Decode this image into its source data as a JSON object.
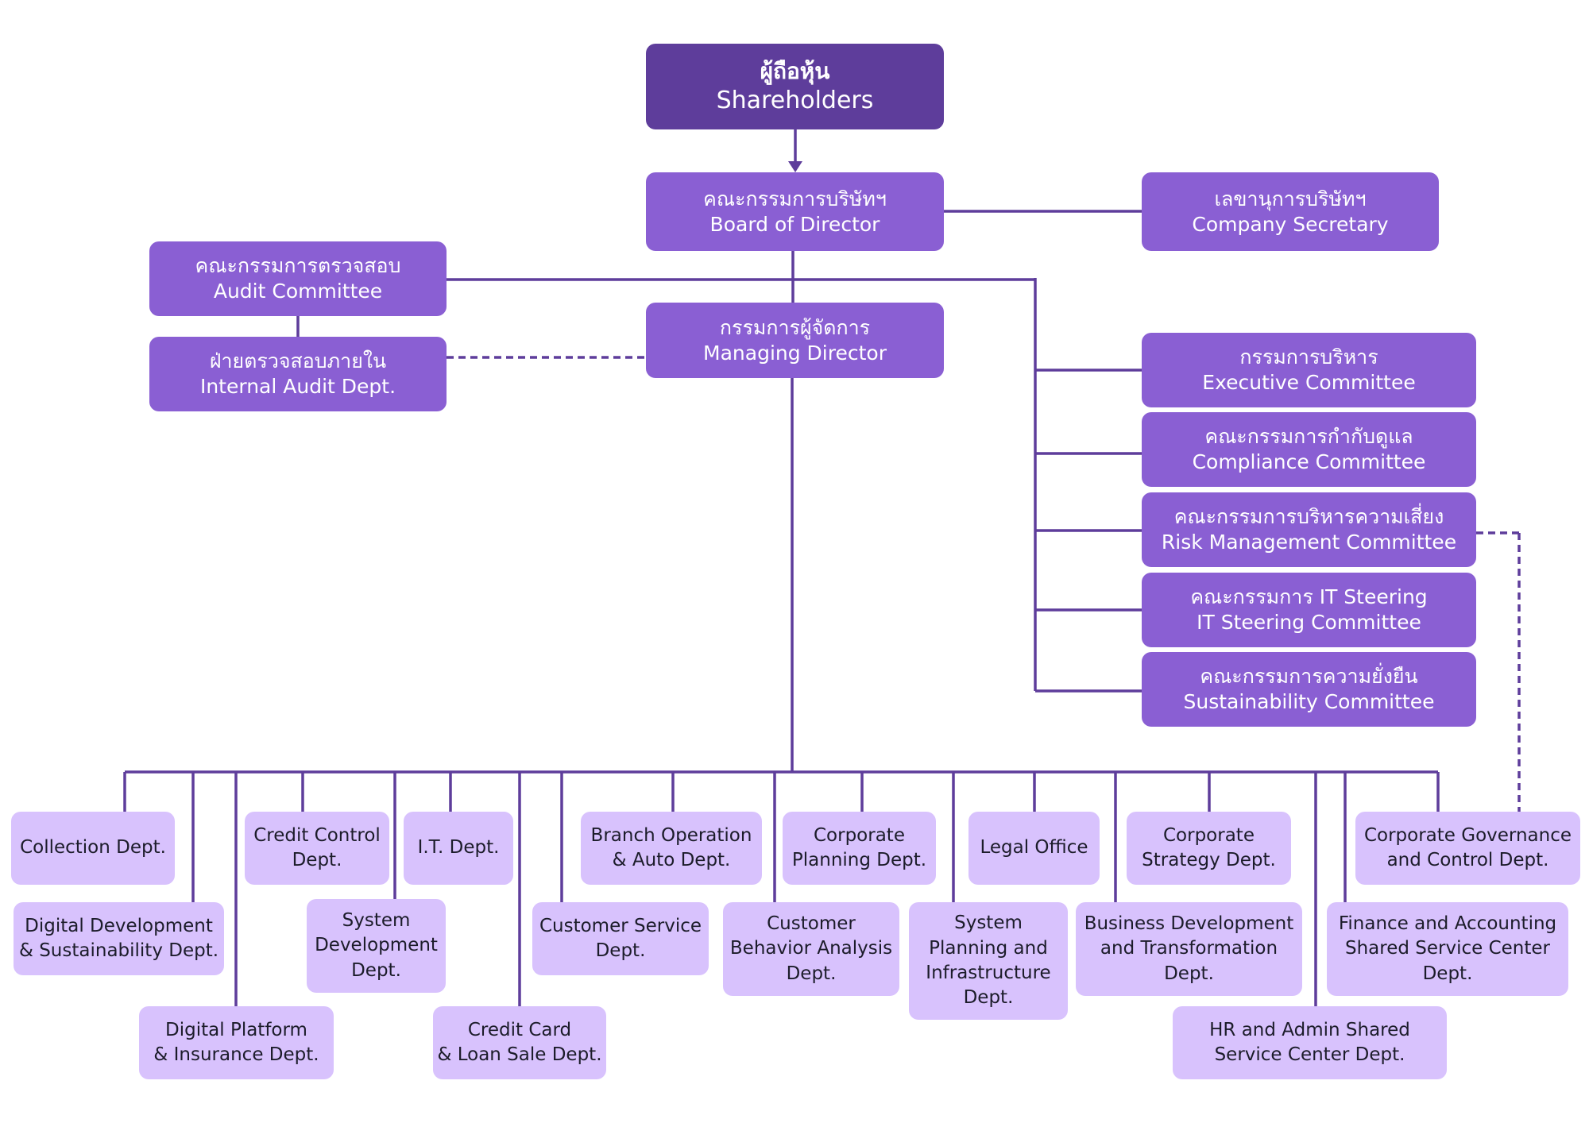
{
  "colors": {
    "line": "#5e3d9b",
    "top_box": "#5e3d9b",
    "committee_box": "#8a5fd3",
    "dept_box": "#d8c2fd",
    "box_text_light": "#ffffff",
    "box_text_dark": "#1c1c2a"
  },
  "shareholders": {
    "th": "ผู้ถือหุ้น",
    "en": "Shareholders"
  },
  "board": {
    "th": "คณะกรรมการบริษัทฯ",
    "en": "Board of Director"
  },
  "secretary": {
    "th": "เลขานุการบริษัทฯ",
    "en": "Company Secretary"
  },
  "audit_committee": {
    "th": "คณะกรรมการตรวจสอบ",
    "en": "Audit Committee"
  },
  "internal_audit": {
    "th": "ฝ่ายตรวจสอบภายใน",
    "en": "Internal Audit Dept."
  },
  "managing_director": {
    "th": "กรรมการผู้จัดการ",
    "en": "Managing Director"
  },
  "committees": [
    {
      "th": "กรรมการบริหาร",
      "en": "Executive Committee"
    },
    {
      "th": "คณะกรรมการกำกับดูแล",
      "en": "Compliance Committee"
    },
    {
      "th": "คณะกรรมการบริหารความเสี่ยง",
      "en": "Risk Management Committee"
    },
    {
      "th": "คณะกรรมการ IT Steering",
      "en": "IT Steering Committee"
    },
    {
      "th": "คณะกรรมการความยั่งยืน",
      "en": "Sustainability Committee"
    }
  ],
  "departments": [
    {
      "lines": [
        "Collection Dept."
      ]
    },
    {
      "lines": [
        "Digital Development",
        "& Sustainability Dept."
      ]
    },
    {
      "lines": [
        "Digital Platform",
        "& Insurance Dept."
      ]
    },
    {
      "lines": [
        "Credit Control",
        "Dept."
      ]
    },
    {
      "lines": [
        "System",
        "Development",
        "Dept."
      ]
    },
    {
      "lines": [
        "I.T. Dept."
      ]
    },
    {
      "lines": [
        "Credit Card",
        "& Loan Sale Dept."
      ]
    },
    {
      "lines": [
        "Customer Service",
        "Dept."
      ]
    },
    {
      "lines": [
        "Branch Operation",
        "& Auto Dept."
      ]
    },
    {
      "lines": [
        "Customer",
        "Behavior Analysis",
        "Dept."
      ]
    },
    {
      "lines": [
        "Corporate",
        "Planning Dept."
      ]
    },
    {
      "lines": [
        "System",
        "Planning and",
        "Infrastructure",
        "Dept."
      ]
    },
    {
      "lines": [
        "Legal Office"
      ]
    },
    {
      "lines": [
        "Business Development",
        "and Transformation",
        "Dept."
      ]
    },
    {
      "lines": [
        "Corporate",
        "Strategy Dept."
      ]
    },
    {
      "lines": [
        "HR and Admin Shared",
        "Service Center Dept."
      ]
    },
    {
      "lines": [
        "Finance and Accounting",
        "Shared Service Center",
        "Dept."
      ]
    },
    {
      "lines": [
        "Corporate Governance",
        "and Control Dept."
      ]
    }
  ]
}
